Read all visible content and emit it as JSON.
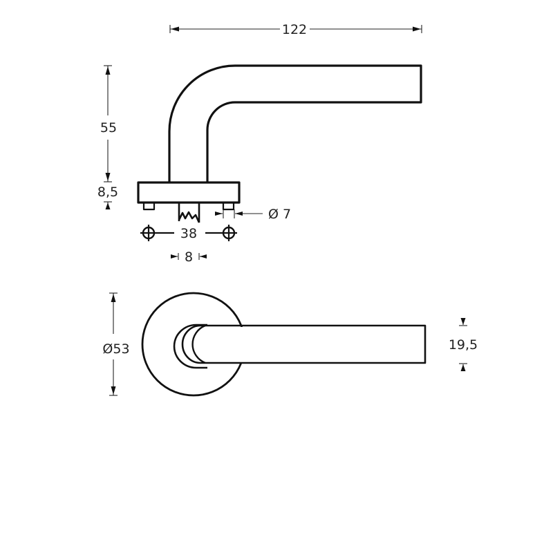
{
  "diagram": {
    "type": "technical-drawing",
    "subject": "lever door handle on round rose",
    "colors": {
      "line": "#111111",
      "background": "#ffffff"
    },
    "side_view": {
      "dimensions": {
        "total_length": "122",
        "height": "55",
        "rose_thickness": "8,5",
        "screw_spacing": "38",
        "screw_diameter": "Ø 7",
        "spindle": "8"
      }
    },
    "front_view": {
      "dimensions": {
        "rose_diameter": "Ø53",
        "lever_height": "19,5"
      }
    }
  }
}
